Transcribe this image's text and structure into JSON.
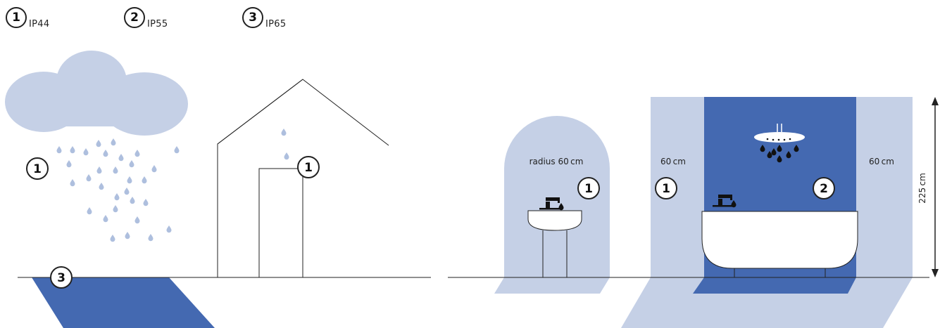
{
  "legend": [
    {
      "number": "1",
      "rating": "IP44"
    },
    {
      "number": "2",
      "rating": "IP55"
    },
    {
      "number": "3",
      "rating": "IP65"
    }
  ],
  "outdoor": {
    "rain_zone_number": "1",
    "house_zone_number": "1",
    "ground_zone_number": "3"
  },
  "bathroom": {
    "sink_zone_label": "radius 60 cm",
    "sink_zone_number": "1",
    "left_zone_label": "60 cm",
    "left_zone_number": "1",
    "right_zone_label": "60 cm",
    "bath_zone_number": "2",
    "height_label": "225 cm"
  },
  "colors": {
    "light_zone": "#c5d0e6",
    "dark_zone": "#4469b1",
    "line": "#222222"
  }
}
